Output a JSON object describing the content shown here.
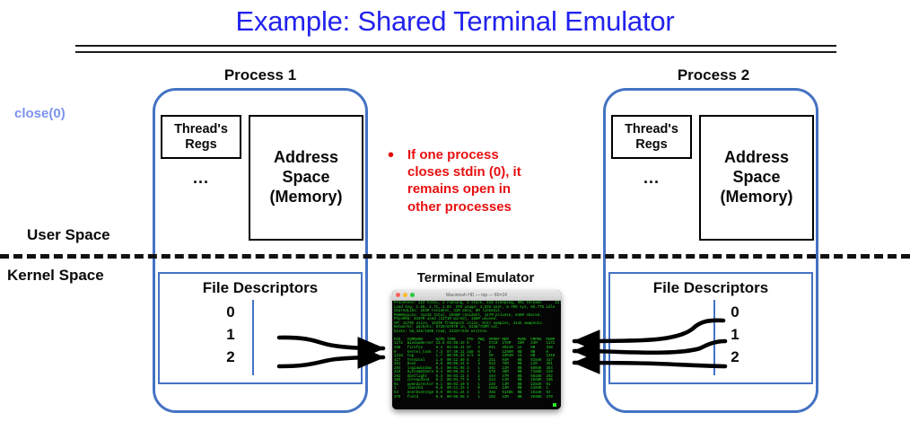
{
  "slide": {
    "title": "Example: Shared Terminal Emulator"
  },
  "annotations": {
    "close_call": "close(0)"
  },
  "spaces": {
    "user": "User Space",
    "kernel": "Kernel Space"
  },
  "processes": [
    {
      "heading": "Process 1",
      "thread_regs": "Thread's\nRegs",
      "thread_regs_label": "Thread's Regs",
      "ellipsis": "...",
      "address_space": "Address\nSpace\n(Memory)",
      "address_space_line1": "Address",
      "address_space_line2": "Space",
      "address_space_line3": "(Memory)",
      "fd_title": "File Descriptors",
      "fd_numbers": "0\n1\n2",
      "fds": [
        {
          "num": "0",
          "connected": false
        },
        {
          "num": "1",
          "connected": true
        },
        {
          "num": "2",
          "connected": true
        }
      ]
    },
    {
      "heading": "Process 2",
      "thread_regs": "Thread's\nRegs",
      "thread_regs_label": "Thread's Regs",
      "ellipsis": "...",
      "address_space": "Address\nSpace\n(Memory)",
      "address_space_line1": "Address",
      "address_space_line2": "Space",
      "address_space_line3": "(Memory)",
      "fd_title": "File Descriptors",
      "fd_numbers": "0\n1\n2",
      "fds": [
        {
          "num": "0",
          "connected": true
        },
        {
          "num": "1",
          "connected": true
        },
        {
          "num": "2",
          "connected": true
        }
      ]
    }
  ],
  "note": {
    "bullet": "•",
    "text": "If one process closes stdin (0), it remains open in other processes"
  },
  "terminal": {
    "caption": "Terminal Emulator",
    "window_title": "Macintosh HD — top — 80×24",
    "traffic_lights": [
      "close",
      "minimize",
      "zoom"
    ],
    "body": "Processes: 223 total, 2 running, 3 stuck, 218 sleeping, 991 threads      21:29:03\nLoad Avg: 1.66, 1.71, 1.84  CPU usage: 4.51% user, 8.70% sys, 86.77% idle\nSharedLibs: 164M resident, 31M data, 8M linkedit.\nMemRegions: 41216 total, 2585M resident, 147M private, 845M shared.\nPhysMem: 8197M used (2271M wired), 185M unused.\nVM: 1278G vsize, 1629K framework vsize, 0(0) swapins, 4142 swapouts.\nNetworks: packets: 8720/8707M in, 5138/789M out.\nDisks: 58,425/1805 read, 21337/634 written.\n\nPID   COMMAND      %CPU TIME     #TH  #WQ  #PORT MEM    PURG  CMPRS  PGRP\n1172  WindowServer 13.8 03:06:43 9    3    2710  278M   10M   24M    1172\n338   firefox      8.4  02:06.41 57   3    941   2021M  12    0B     338\n0     kernel_task  7.3  07:40.11 168  0    2     1296M  0B    0B     0\n1218  top          1.7  00:06.33 1/1  0    29    3301M  13    0B     1218\n417   Terminal     1.6  00:12.80 8    2    311   94M    0B    9184K  417\n351   Dock         0.9  00:08.14 5    3    513   76M    0B    11M    351\n284   loginwindow  0.4  00:01.95 3    1    461   21M    0B    6804K  284\n319   SystemUIServ 0.4  00:06.42 4    2    579   38M    0B    7188K  319\n292   Spotlight    0.3  00:03.11 4    2    444   47M    0B    5816K  292\n106   coreaudiod   0.2  00:04.77 5    3    213   11M    0B    1568K  106\n91    opendirector 0.1  00:02.10 6    1    229   13M    0B    2284K  91\n1     launchd      0.0  00:11.23 4    0    1862  14M    0B    4104K  1\n54    UserEventAge 0.0  00:01.44 3    1    346   9148K  0B    1544K  54\n379   fontd        0.0  00:00.58 2    1    102   12M    0B    2048K  379"
  },
  "colors": {
    "title_blue": "#2222ee",
    "process_border_blue": "#4472c4",
    "note_red": "#e81010",
    "close_label_blue": "#7b93ee",
    "terminal_green": "#22dd22",
    "arrow_black": "#000000"
  }
}
